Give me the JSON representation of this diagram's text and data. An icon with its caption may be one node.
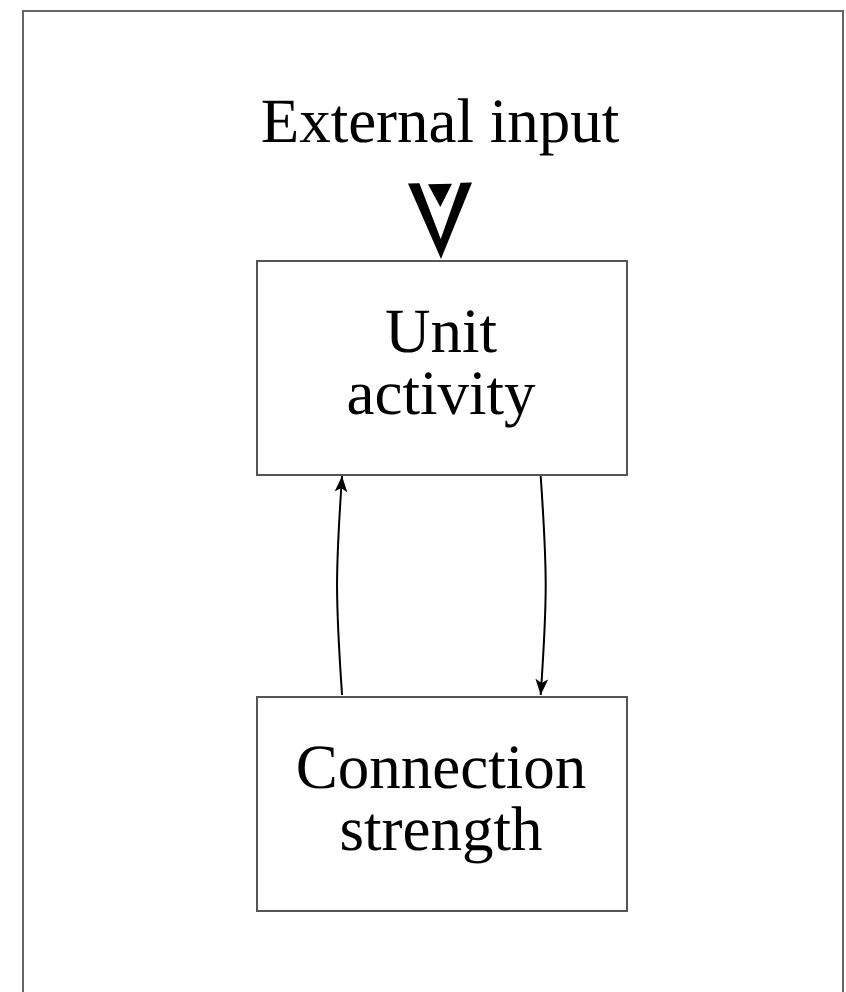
{
  "diagram": {
    "nodes": [
      {
        "text": [
          "External input"
        ]
      },
      {
        "text": [
          "Unit activity"
        ]
      },
      {
        "text": [
          "Connection strength"
        ]
      }
    ],
    "edges": [
      {
        "from": 0,
        "to": 1,
        "arrow": "to",
        "style": "thick"
      },
      {
        "from": 1,
        "to": 2,
        "arrow": "to"
      },
      {
        "from": 2,
        "to": 1,
        "arrow": "to"
      }
    ]
  }
}
